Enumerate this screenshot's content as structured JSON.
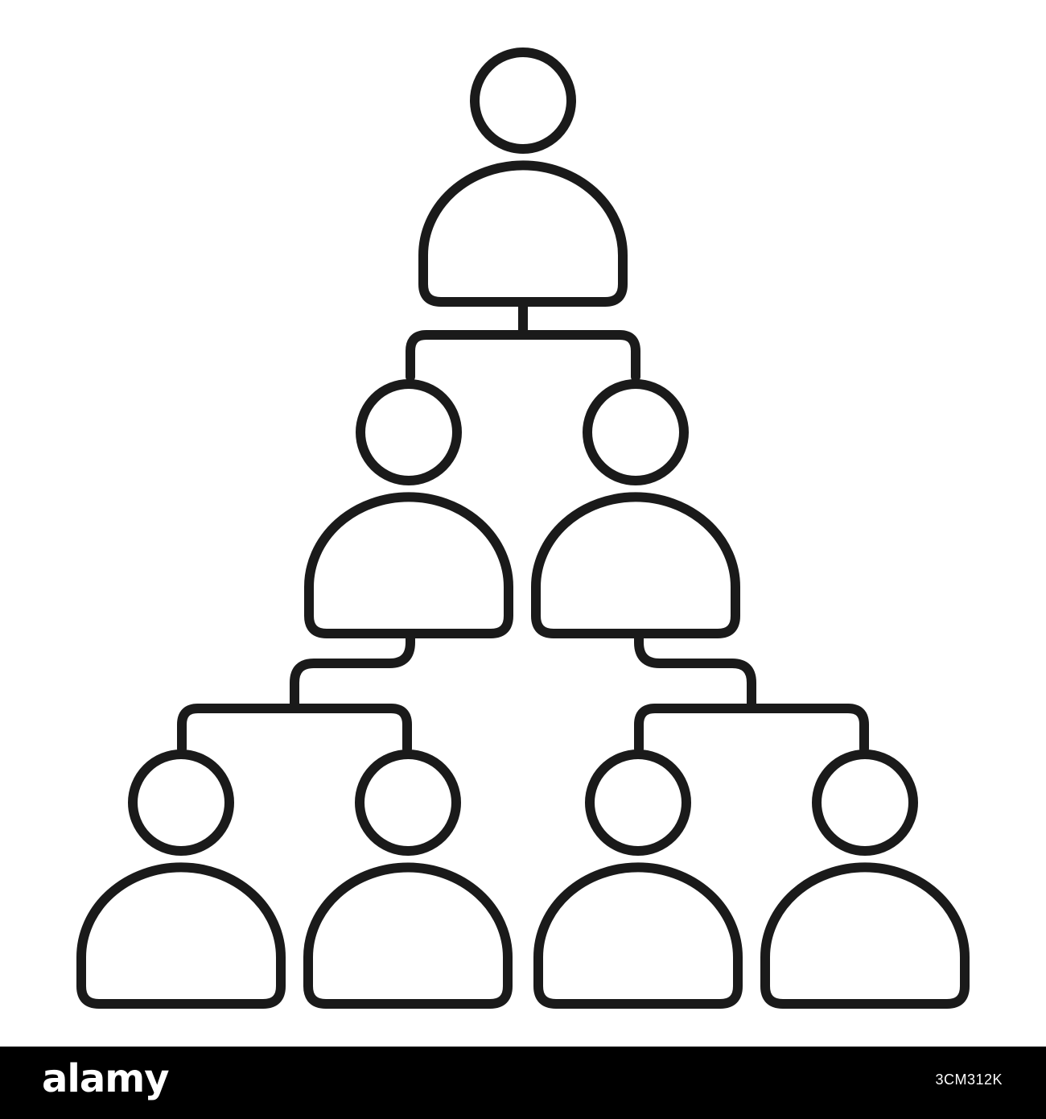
{
  "colors": {
    "stroke": "#1a1a1a",
    "background": "#ffffff",
    "footer_background": "#000000",
    "footer_text": "#ffffff"
  },
  "diagram": {
    "icons": {
      "person": "person-outline-icon",
      "connector": "hierarchy-connector"
    },
    "tiers": [
      {
        "level": 1,
        "people": 1
      },
      {
        "level": 2,
        "people": 2
      },
      {
        "level": 3,
        "people": 4
      }
    ]
  },
  "footer": {
    "brand": "alamy",
    "image_id": "3CM312K"
  }
}
